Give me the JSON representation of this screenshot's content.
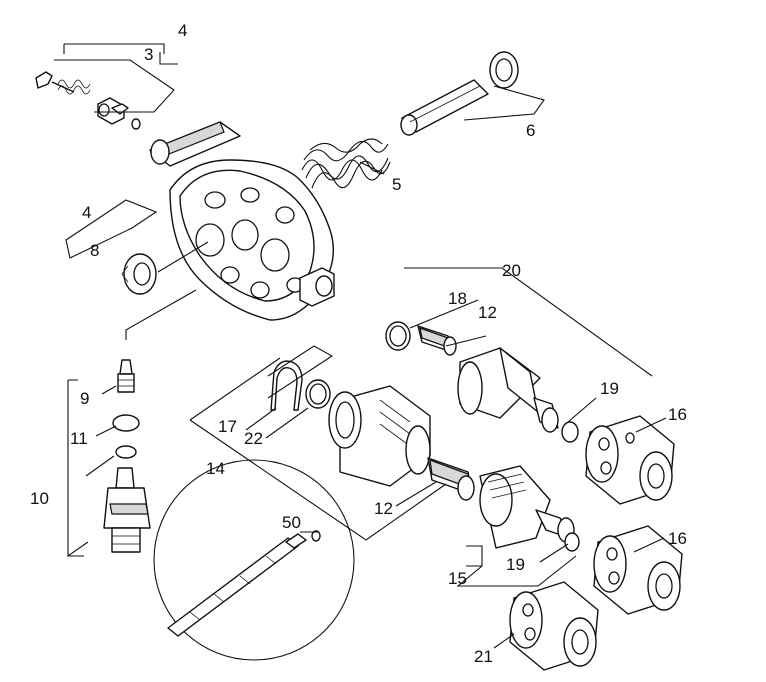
{
  "diagram": {
    "callouts": {
      "c4_top": "4",
      "c3": "3",
      "c6": "6",
      "c5": "5",
      "c4_mid": "4",
      "c8": "8",
      "c20": "20",
      "c18": "18",
      "c12_top": "12",
      "c19_right": "19",
      "c16_top": "16",
      "c9": "9",
      "c11": "11",
      "c10": "10",
      "c17": "17",
      "c22": "22",
      "c14": "14",
      "c12_bottom": "12",
      "c50": "50",
      "c19_bottom": "19",
      "c16_bottom": "16",
      "c15": "15",
      "c21": "21"
    },
    "icons": [
      "pump-head",
      "spring",
      "piston",
      "circlip",
      "valve",
      "seal",
      "o-ring",
      "filter",
      "quick-coupling",
      "hose-adapter",
      "retaining-clip",
      "nozzle-lance"
    ]
  }
}
